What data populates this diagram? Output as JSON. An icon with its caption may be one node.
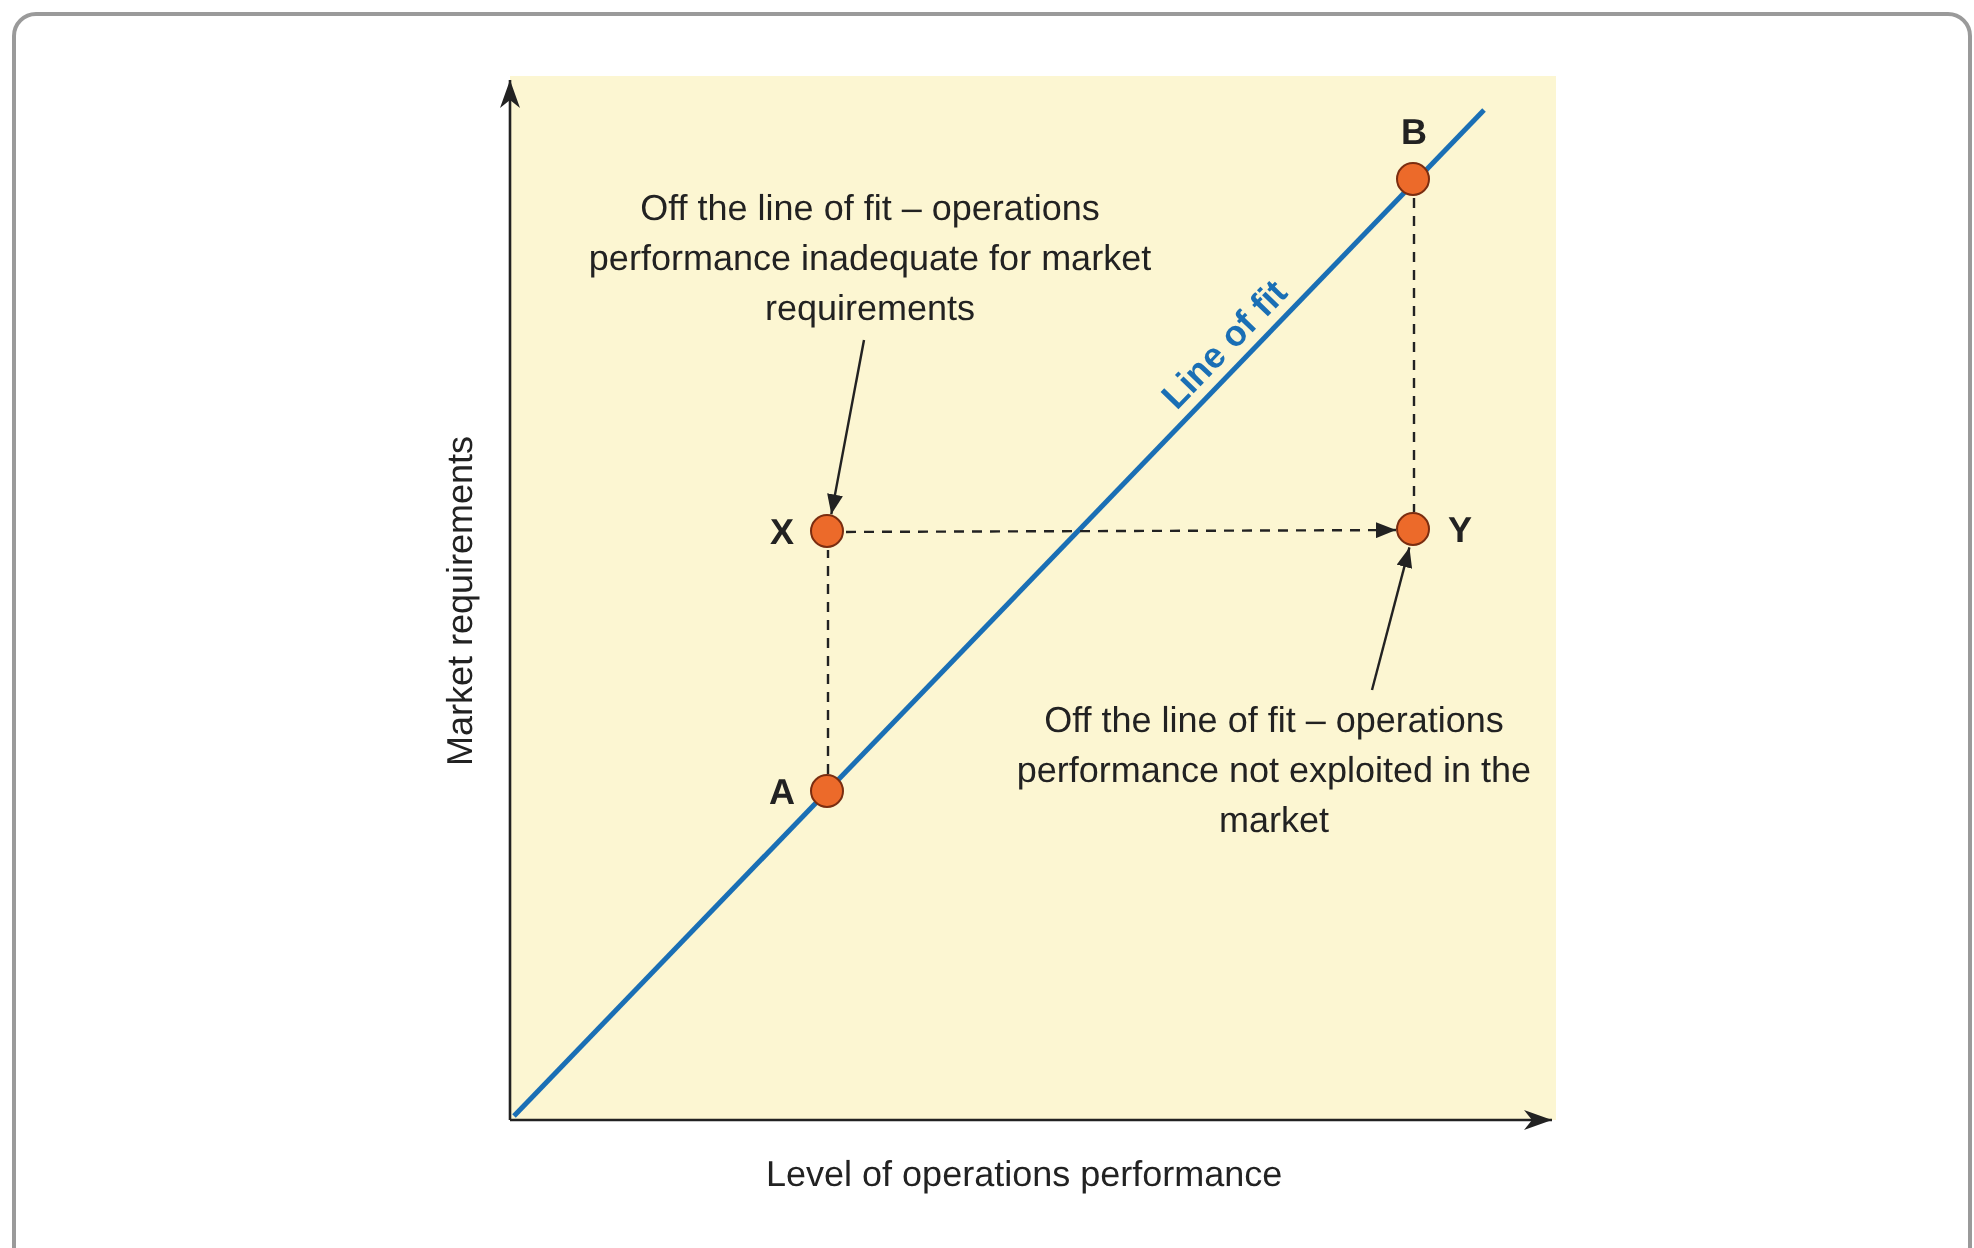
{
  "diagram": {
    "nodes": [
      {
        "text": [
          "Off the line of fit – operations performance inadequate for market requirements"
        ]
      },
      {
        "text": [
          "B"
        ]
      },
      {
        "text": [
          "X"
        ]
      },
      {
        "text": [
          "Y"
        ]
      },
      {
        "text": [
          "A"
        ]
      },
      {
        "text": [
          "Off the line of fit – operations performance not exploited in the market"
        ]
      }
    ],
    "edges": [
      {
        "from": 0,
        "to": 2,
        "arrow": "to"
      },
      {
        "from": 5,
        "to": 3,
        "arrow": "to"
      },
      {
        "from": 2,
        "to": 3,
        "arrow": "to",
        "style": "dashed"
      },
      {
        "from": 4,
        "to": 2,
        "arrow": "none",
        "style": "dashed"
      },
      {
        "from": 1,
        "to": 3,
        "arrow": "none",
        "style": "dashed"
      }
    ],
    "labels": [
      "Line of fit",
      "Market requirements",
      "Level of operations performance"
    ]
  }
}
